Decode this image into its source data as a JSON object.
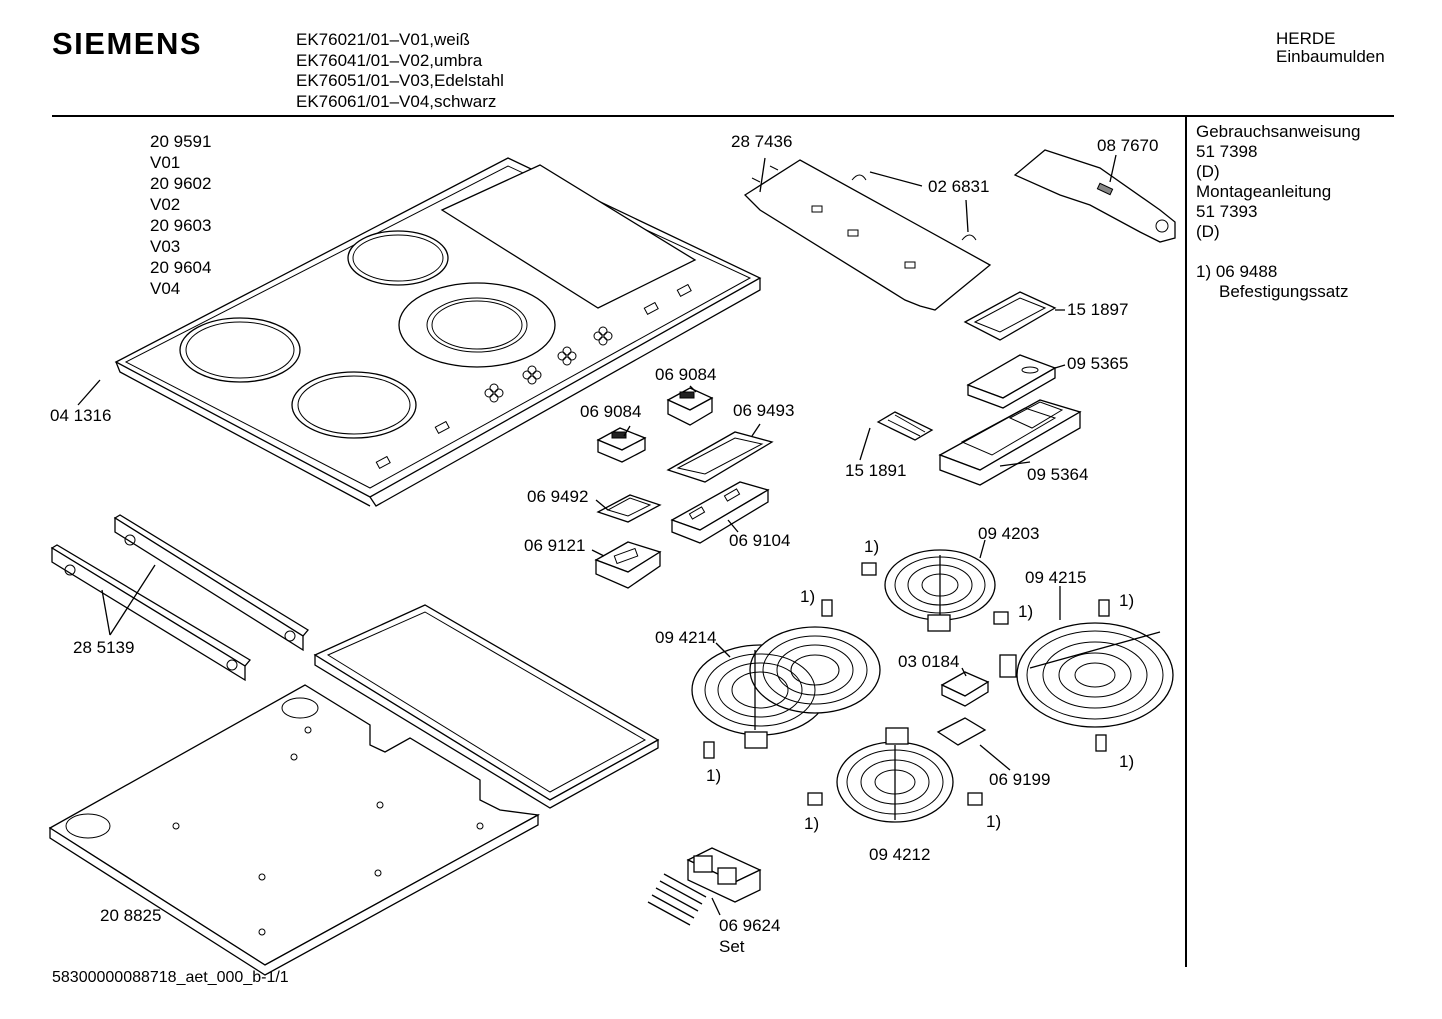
{
  "header": {
    "brand": "SIEMENS",
    "models": [
      "EK76021/01–V01,weiß",
      "EK76041/01–V02,umbra",
      "EK76051/01–V03,Edelstahl",
      "EK76061/01–V04,schwarz"
    ],
    "category_line1": "HERDE",
    "category_line2": "Einbaumulden"
  },
  "sidebar": {
    "line1": "Gebrauchsanweisung",
    "line2": "51 7398",
    "line3": "(D)",
    "line4": "Montageanleitung",
    "line5": "51 7393",
    "line6": "(D)",
    "footnote_line1": "1)  06 9488",
    "footnote_line2": "Befestigungssatz"
  },
  "footer": {
    "doc_id": "58300000088718_aet_000_b-1/1"
  },
  "parts": {
    "hob_variants": [
      "20 9591",
      "V01",
      "20 9602",
      "V02",
      "20 9603",
      "V03",
      "20 9604",
      "V04"
    ],
    "p041316": "04 1316",
    "p287436": "28 7436",
    "p026831": "02 6831",
    "p087670": "08 7670",
    "p151897": "15 1897",
    "p095365": "09 5365",
    "p095364": "09 5364",
    "p151891": "15 1891",
    "p069084a": "06 9084",
    "p069084b": "06 9084",
    "p069493": "06 9493",
    "p069492": "06 9492",
    "p069104": "06 9104",
    "p069121": "06 9121",
    "p285139": "28 5139",
    "p208825": "20 8825",
    "p094214": "09 4214",
    "p094203": "09 4203",
    "p094215": "09 4215",
    "p030184": "03 0184",
    "p069199": "06 9199",
    "p094212": "09 4212",
    "p069624": "06 9624",
    "set": "Set",
    "footnote_mark": "1)"
  }
}
